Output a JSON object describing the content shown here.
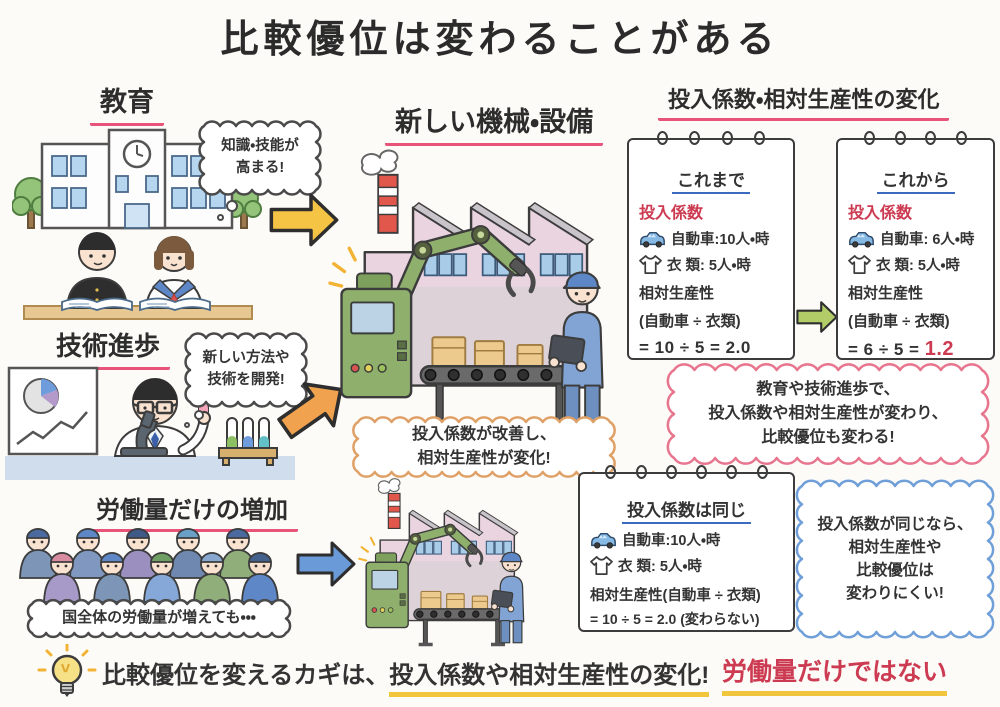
{
  "title": "比較優位は変わることがある",
  "left": {
    "education": {
      "label": "教育",
      "bubble_lines": [
        "知識・技能が",
        "高まる!"
      ]
    },
    "technology": {
      "label": "技術進歩",
      "bubble_lines": [
        "新しい方法や",
        "技術を開発!"
      ]
    },
    "labor": {
      "label": "労働量だけの増加",
      "bubble": "国全体の労働量が増えても・・・"
    }
  },
  "center": {
    "machinery": {
      "label": "新しい機械・設備",
      "bubble_lines": [
        "投入係数が改善し、",
        "相対生産性が変化!"
      ]
    }
  },
  "right": {
    "header": "投入係数・相対生産性の変化",
    "card_before": {
      "title": "これまで",
      "coef_heading": "投入係数",
      "rows": [
        {
          "icon": "car-icon",
          "text": "自動車:10人・時"
        },
        {
          "icon": "tshirt-icon",
          "text": "衣 類: 5人・時"
        }
      ],
      "productivity_label": "相対生産性",
      "productivity_formula": "(自動車 ÷ 衣類)",
      "result": "= 10 ÷ 5 = 2.0"
    },
    "card_after": {
      "title": "これから",
      "coef_heading": "投入係数",
      "rows": [
        {
          "icon": "car-icon",
          "text": "自動車: 6人・時"
        },
        {
          "icon": "tshirt-icon",
          "text": "衣 類: 5人・時"
        }
      ],
      "productivity_label": "相対生産性",
      "productivity_formula": "(自動車 ÷ 衣類)",
      "result_prefix": "= 6 ÷ 5 = ",
      "result_highlight": "1.2"
    },
    "change_cloud_lines": [
      "教育や技術進歩で、",
      "投入係数や相対生産性が変わり、",
      "比較優位も変わる!"
    ]
  },
  "bottom": {
    "card_same": {
      "title": "投入係数は同じ",
      "rows": [
        {
          "icon": "car-icon",
          "text": "自動車:10人・時"
        },
        {
          "icon": "tshirt-icon",
          "text": "衣 類: 5人・時"
        }
      ],
      "productivity_line": "相対生産性(自動車 ÷ 衣類)",
      "result": "= 10 ÷ 5 = 2.0 (変わらない)"
    },
    "same_cloud_lines": [
      "投入係数が同じなら、",
      "相対生産性や",
      "比較優位は",
      "変わりにくい!"
    ]
  },
  "footer": {
    "key_plain": "比較優位を変えるカギは、",
    "key_underlined": "投入係数や相対生産性の変化!",
    "warning": "労働量だけではない"
  },
  "colors": {
    "underline_pink": "#e8537a",
    "accent_red": "#cc3b52",
    "card_blue": "#3a6bbf",
    "bubble_dark": "#4a4a4a",
    "cloud_orange": "#dfa066",
    "cloud_pink": "#e8758e",
    "cloud_blue": "#6f9fd8",
    "arrow_yellow": "#f6c445",
    "arrow_orange": "#f0a24e",
    "arrow_blue": "#6a9ad8",
    "arrow_green": "#b2cc68",
    "footer_yellow": "#f2c63c",
    "ink": "#333333"
  }
}
